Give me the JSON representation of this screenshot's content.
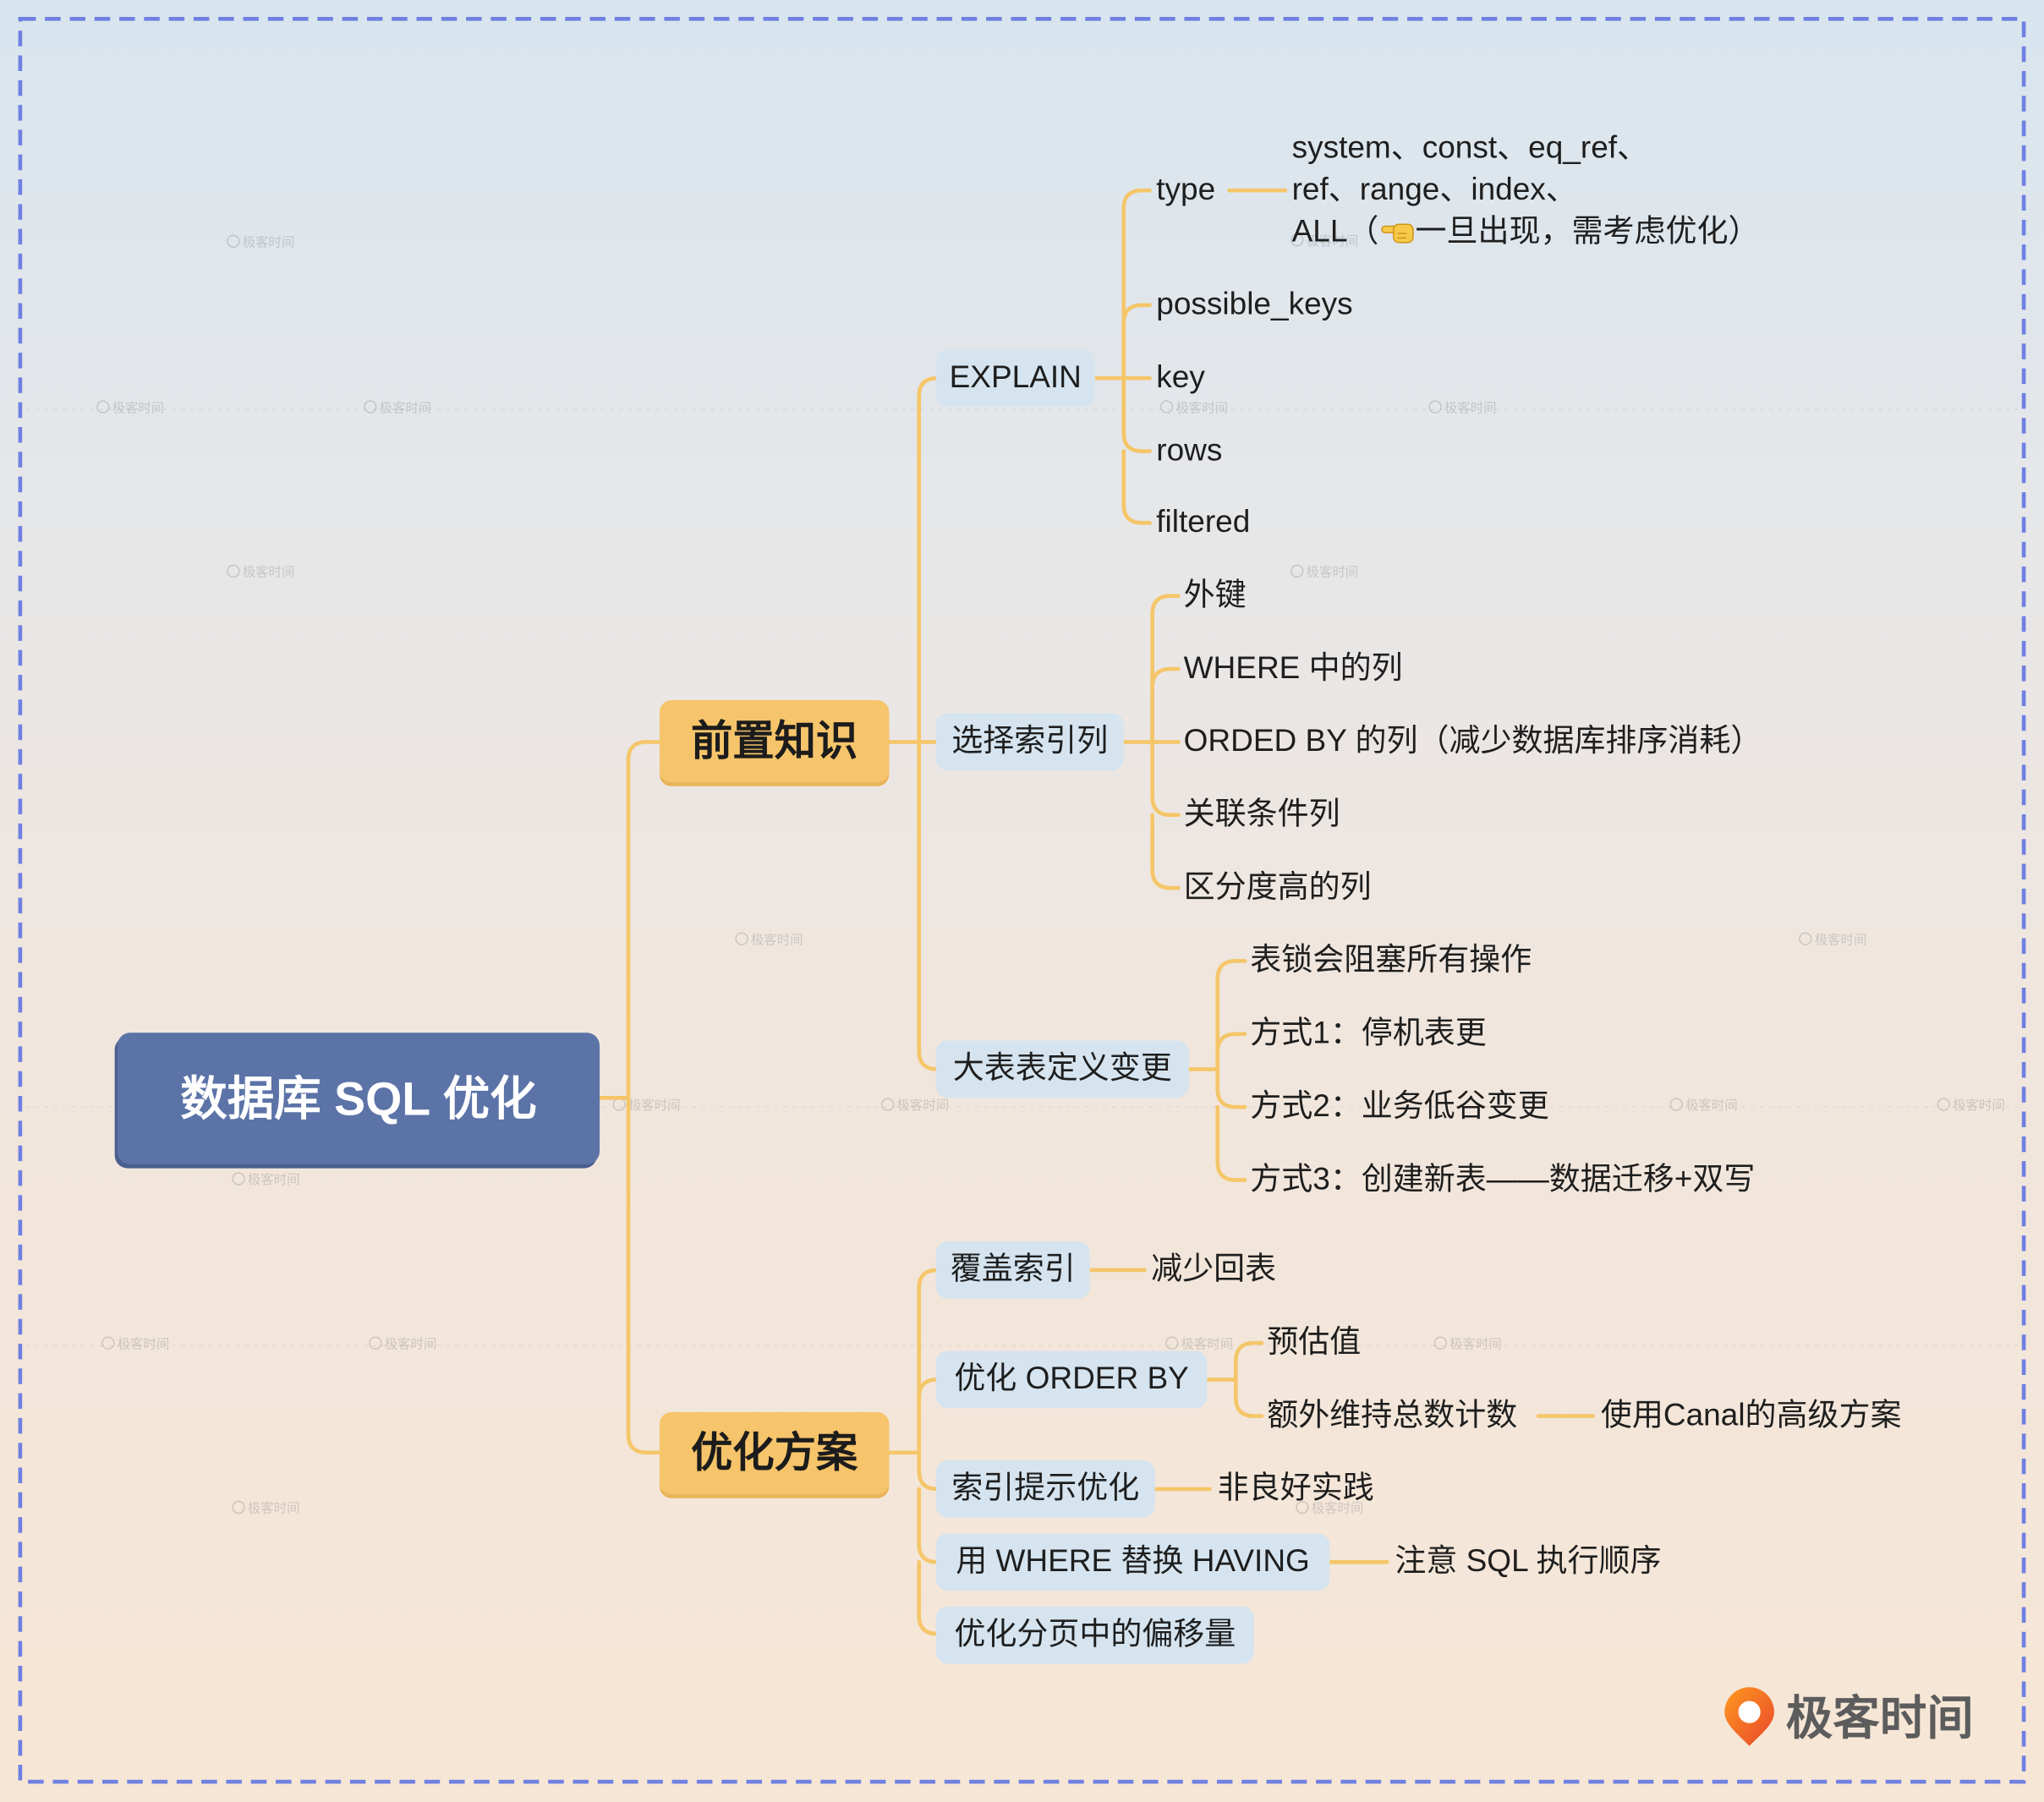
{
  "root": {
    "label": "数据库 SQL 优化"
  },
  "topics": [
    {
      "label": "前置知识",
      "subtopics": [
        {
          "label": "EXPLAIN",
          "items": [
            {
              "label": "type",
              "detail": {
                "lines": [
                  "system、const、eq_ref、",
                  "ref、range、index、"
                ],
                "last_line_before_icon": "ALL（",
                "icon": "pointing-hand-left-icon",
                "last_line_after_icon": "一旦出现，需考虑优化）"
              }
            },
            {
              "label": "possible_keys"
            },
            {
              "label": "key"
            },
            {
              "label": "rows"
            },
            {
              "label": "filtered"
            }
          ]
        },
        {
          "label": "选择索引列",
          "items": [
            {
              "label": "外键"
            },
            {
              "label": "WHERE 中的列"
            },
            {
              "label": "ORDED BY 的列（减少数据库排序消耗）"
            },
            {
              "label": "关联条件列"
            },
            {
              "label": "区分度高的列"
            }
          ]
        },
        {
          "label": "大表表定义变更",
          "items": [
            {
              "label": "表锁会阻塞所有操作"
            },
            {
              "label": "方式1：停机表更"
            },
            {
              "label": "方式2：业务低谷变更"
            },
            {
              "label": "方式3：创建新表——数据迁移+双写"
            }
          ]
        }
      ]
    },
    {
      "label": "优化方案",
      "subtopics": [
        {
          "label": "覆盖索引",
          "items": [
            {
              "label": "减少回表"
            }
          ]
        },
        {
          "label": "优化 ORDER BY",
          "items": [
            {
              "label": "预估值"
            },
            {
              "label": "额外维持总数计数",
              "items": [
                {
                  "label": "使用Canal的高级方案"
                }
              ]
            }
          ]
        },
        {
          "label": "索引提示优化",
          "items": [
            {
              "label": "非良好实践"
            }
          ]
        },
        {
          "label": "用 WHERE 替换 HAVING",
          "items": [
            {
              "label": "注意 SQL 执行顺序"
            }
          ]
        },
        {
          "label": "优化分页中的偏移量"
        }
      ]
    }
  ],
  "brand": {
    "logo_icon": "geektime-logo-icon",
    "name": "极客时间"
  },
  "watermark": {
    "icon": "geektime-logo-icon",
    "text": "极客时间"
  },
  "colors": {
    "central_topic": "#5b73a7",
    "main_topic": "#f6c46a",
    "subtopic": "#d5e4ef",
    "connector": "#f5c669",
    "frame_border": "#6f80e2",
    "background_top": "#d8e5ee",
    "background_bottom": "#f6e6d5",
    "brand_logo": "#f26a21",
    "text": "#1e1e1e"
  }
}
